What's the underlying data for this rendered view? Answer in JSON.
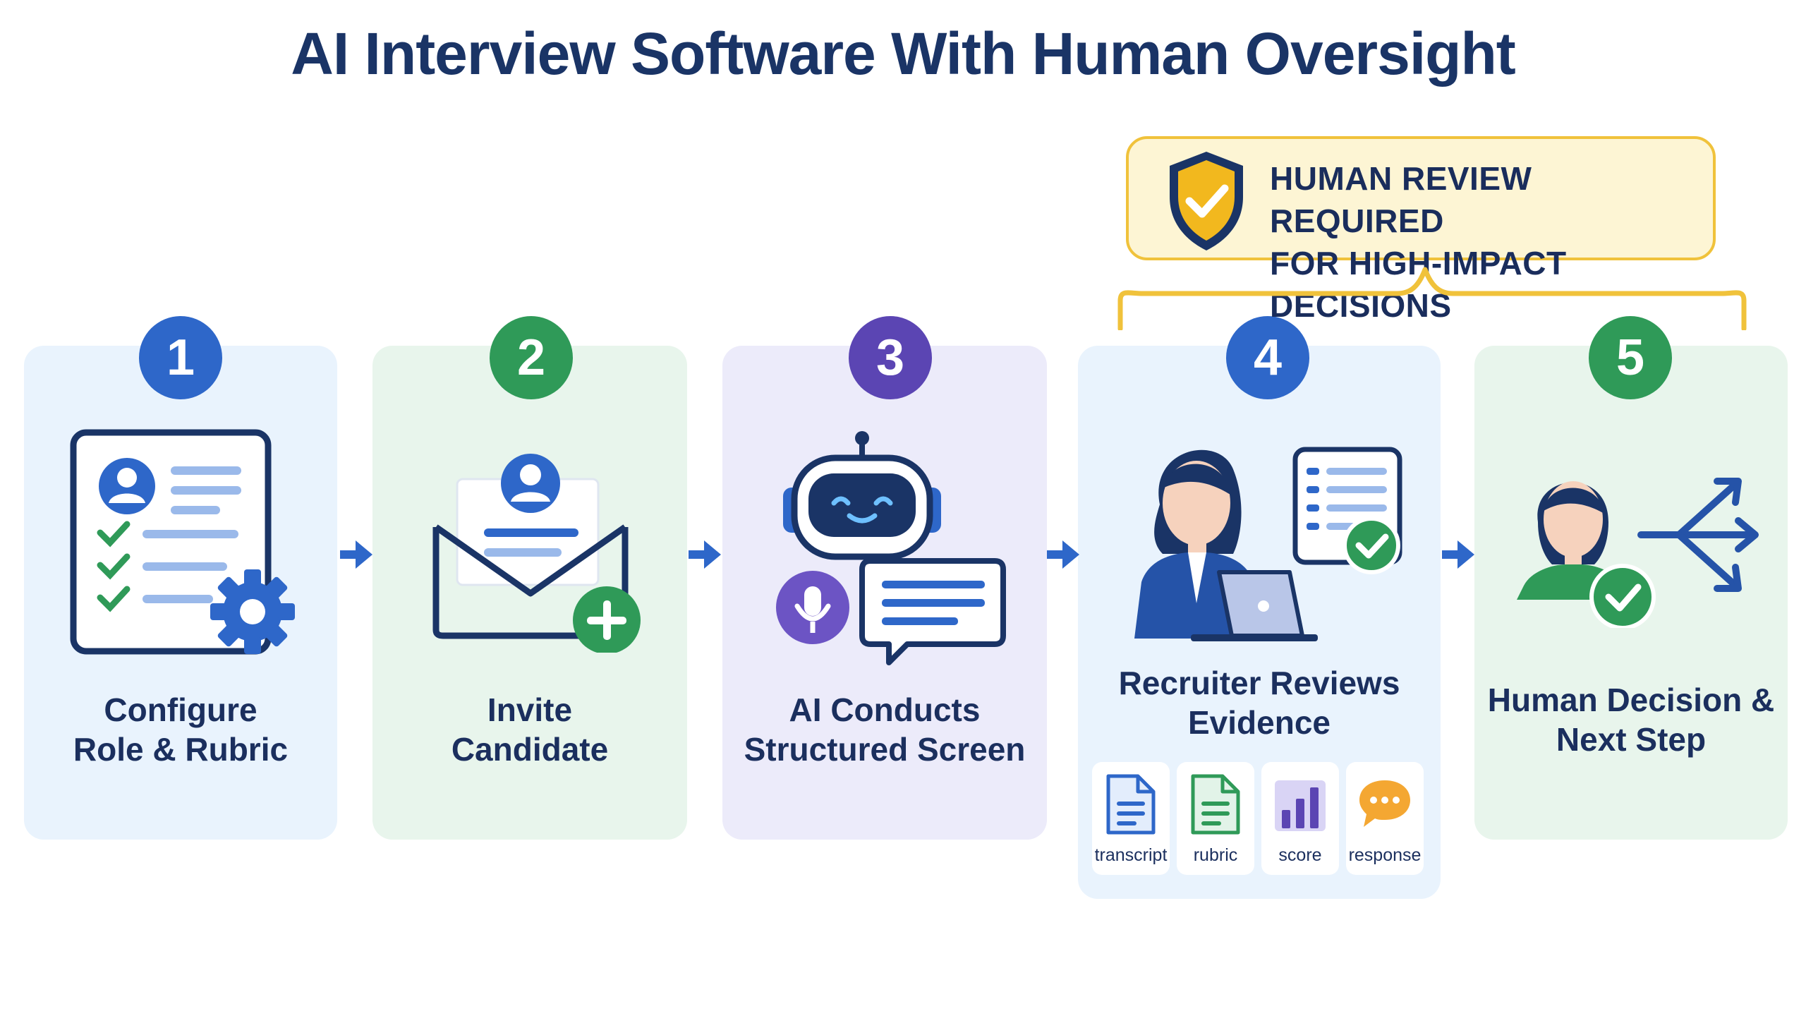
{
  "title": "AI Interview Software With Human Oversight",
  "callout": {
    "line1": "HUMAN REVIEW REQUIRED",
    "line2": "FOR HIGH-IMPACT DECISIONS"
  },
  "steps": [
    {
      "number": "1",
      "line1": "Configure",
      "line2": "Role & Rubric",
      "color": "#2e67c9"
    },
    {
      "number": "2",
      "line1": "Invite",
      "line2": "Candidate",
      "color": "#2f9a58"
    },
    {
      "number": "3",
      "line1": "AI Conducts",
      "line2": "Structured Screen",
      "color": "#5b45b3"
    },
    {
      "number": "4",
      "line1": "Recruiter Reviews",
      "line2": "Evidence",
      "color": "#2e67c9"
    },
    {
      "number": "5",
      "line1": "Human Decision &",
      "line2": "Next Step",
      "color": "#2f9a58"
    }
  ],
  "evidence": [
    {
      "label": "transcript",
      "icon": "document-icon"
    },
    {
      "label": "rubric",
      "icon": "rubric-document-icon"
    },
    {
      "label": "score",
      "icon": "bar-chart-icon"
    },
    {
      "label": "response",
      "icon": "chat-bubble-icon"
    }
  ],
  "colors": {
    "navy": "#1a3466",
    "blue": "#2e67c9",
    "green": "#2f9a58",
    "purple": "#5b45b3",
    "gold": "#f0c23b"
  }
}
